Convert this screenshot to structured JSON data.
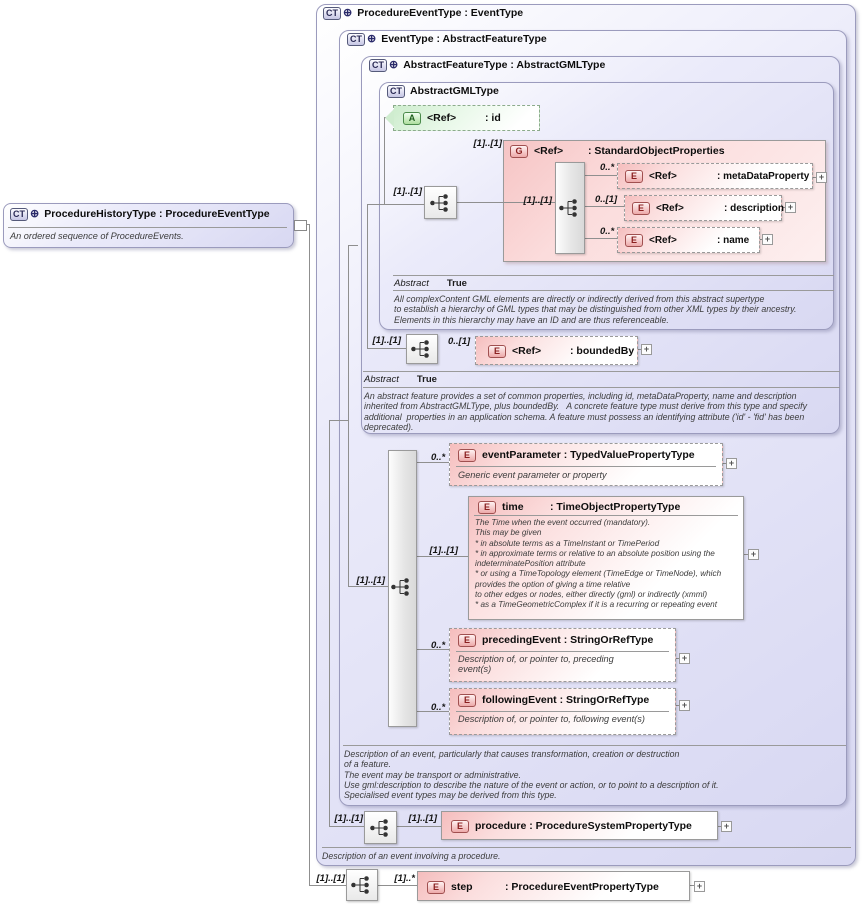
{
  "palette": {
    "complextype_fill": "#dcdcf4",
    "element_fill": "#f7c9c9",
    "attribute_fill": "#cdeccd",
    "group_fill": "#f7c9c9",
    "connector_line": "#8f8f8f",
    "border": "#9a9a9a"
  },
  "ui": {
    "expand": "+",
    "plus_circle": "⊕"
  },
  "left_box": {
    "badge": "CT",
    "title": "ProcedureHistoryType : ProcedureEventType",
    "annotation": "An ordered sequence of ProcedureEvents."
  },
  "outer_box": {
    "badge": "CT",
    "title": "ProcedureEventType : EventType",
    "description": "Description of an event involving a procedure."
  },
  "event_type_box": {
    "badge": "CT",
    "title": "EventType : AbstractFeatureType",
    "description": "Description of an event, particularly that causes transformation, creation or destruction\nof a feature.\nThe event may be transport or administrative.\nUse gml:description to describe the nature of the event or action, or to point to a description of it.\nSpecialised event types may be derived from this type."
  },
  "abstract_feature_box": {
    "badge": "CT",
    "title": "AbstractFeatureType : AbstractGMLType",
    "abstract_label": "Abstract",
    "abstract_value": "True",
    "annotation": "An abstract feature provides a set of common properties, including id, metaDataProperty, name and description\ninherited from AbstractGMLType, plus boundedBy.   A concrete feature type must derive from this type and specify\nadditional  properties in an application schema. A feature must possess an identifying attribute ('id' - 'fid' has been\ndeprecated)."
  },
  "abstract_gml_box": {
    "badge": "CT",
    "title": "AbstractGMLType",
    "abstract_label": "Abstract",
    "abstract_value": "True",
    "annotation": "All complexContent GML elements are directly or indirectly derived from this abstract supertype\nto establish a hierarchy of GML types that may be distinguished from other XML types by their ancestry.\nElements in this hierarchy may have an ID and are thus referenceable."
  },
  "attr_id": {
    "badge": "A",
    "ref": "<Ref>",
    "type": ": id"
  },
  "group_sop": {
    "badge": "G",
    "ref": "<Ref>",
    "type": ": StandardObjectProperties"
  },
  "el_metadata": {
    "badge": "E",
    "ref": "<Ref>",
    "type": ": metaDataProperty",
    "card": "0..*"
  },
  "el_description": {
    "badge": "E",
    "ref": "<Ref>",
    "type": ": description",
    "card": "0..[1]"
  },
  "el_name": {
    "badge": "E",
    "ref": "<Ref>",
    "type": ": name",
    "card": "0..*"
  },
  "el_boundedby": {
    "badge": "E",
    "ref": "<Ref>",
    "type": ": boundedBy",
    "card": "0..[1]"
  },
  "el_eventparameter": {
    "badge": "E",
    "title": "eventParameter : TypedValuePropertyType",
    "card": "0..*",
    "annotation": "Generic event parameter or property"
  },
  "el_time": {
    "badge": "E",
    "name": "time",
    "type": ": TimeObjectPropertyType",
    "card": "[1]..[1]",
    "annotation": "The Time when the event occurred (mandatory).\nThis may be given\n* in absolute terms as a TimeInstant or TimePeriod\n* in approximate terms or relative to an absolute position using the\nindeterminatePosition attribute\n* or using a TimeTopology element (TimeEdge or TimeNode), which\nprovides the option of giving a time relative\nto other edges or nodes, either directly (gml) or indirectly (xmml)\n* as a TimeGeometricComplex if it is a recurring or repeating event"
  },
  "el_precedingevent": {
    "badge": "E",
    "title": "precedingEvent : StringOrRefType",
    "card": "0..*",
    "annotation": "Description of, or pointer to, preceding\nevent(s)"
  },
  "el_followingevent": {
    "badge": "E",
    "title": "followingEvent : StringOrRefType",
    "card": "0..*",
    "annotation": "Description of, or pointer to, following event(s)"
  },
  "el_procedure": {
    "badge": "E",
    "title": "procedure : ProcedureSystemPropertyType",
    "card": "[1]..[1]"
  },
  "el_step": {
    "badge": "E",
    "name": "step",
    "type": ": ProcedureEventPropertyType",
    "card": "[1]..*"
  },
  "seq_cards": {
    "gml": "[1]..[1]",
    "group_line": "[1]..[1]",
    "group_inner": "[1]..[1]",
    "bounded_seq": "[1]..[1]",
    "event_seq": "[1]..[1]",
    "procedure_seq": "[1]..[1]",
    "step_seq": "[1]..[1]"
  }
}
